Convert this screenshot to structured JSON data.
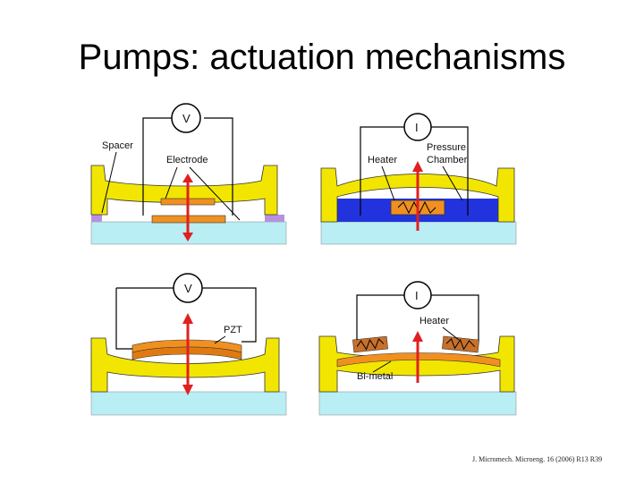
{
  "slide": {
    "title": "Pumps: actuation mechanisms",
    "citation": "J. Micromech. Microeng. 16 (2006) R13  R39"
  },
  "panels": {
    "electrostatic": {
      "source": "V",
      "labels": [
        "Spacer",
        "Electrode"
      ]
    },
    "thermopneumatic": {
      "source": "I",
      "labels": [
        "Heater",
        "Pressure",
        "Chamber"
      ]
    },
    "piezoelectric": {
      "source": "V",
      "labels": [
        "PZT"
      ]
    },
    "bimetallic": {
      "source": "I",
      "labels": [
        "Heater",
        "Bi-metal"
      ]
    }
  },
  "colors": {
    "membrane": "#f2e600",
    "substrate": "#b8eef4",
    "electrode": "#f09020",
    "spacer": "#b890e0",
    "chamber": "#2233dd",
    "arrow": "#e02020"
  }
}
